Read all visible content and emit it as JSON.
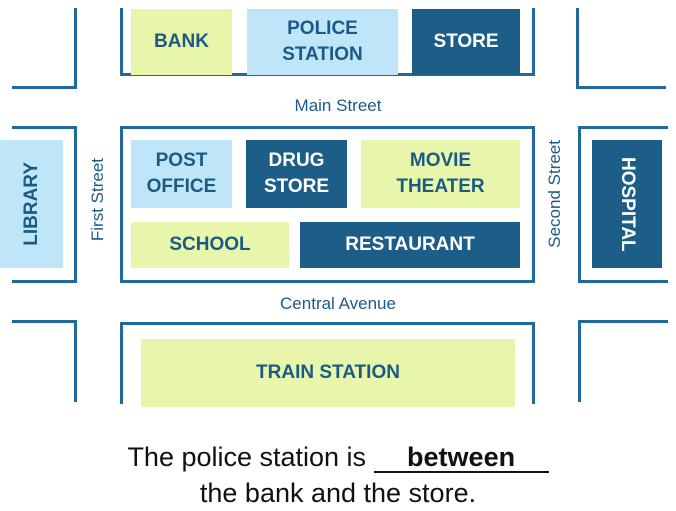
{
  "buildings": {
    "bank": "BANK",
    "police_station": "POLICE\nSTATION",
    "store": "STORE",
    "post_office": "POST\nOFFICE",
    "drug_store": "DRUG\nSTORE",
    "movie_theater": "MOVIE\nTHEATER",
    "school": "SCHOOL",
    "restaurant": "RESTAURANT",
    "library": "LIBRARY",
    "hospital": "HOSPITAL",
    "train_station": "TRAIN STATION"
  },
  "streets": {
    "main": "Main Street",
    "central": "Central Avenue",
    "first": "First Street",
    "second": "Second Street"
  },
  "sentence": {
    "prefix": "The police station  is ",
    "answer": "between",
    "line2": "the bank and the store."
  },
  "colors": {
    "road_line": "#1f6a9a",
    "light_green": "#e8f6ac",
    "light_blue": "#bfe6f8",
    "dark_blue": "#1d5e89"
  }
}
